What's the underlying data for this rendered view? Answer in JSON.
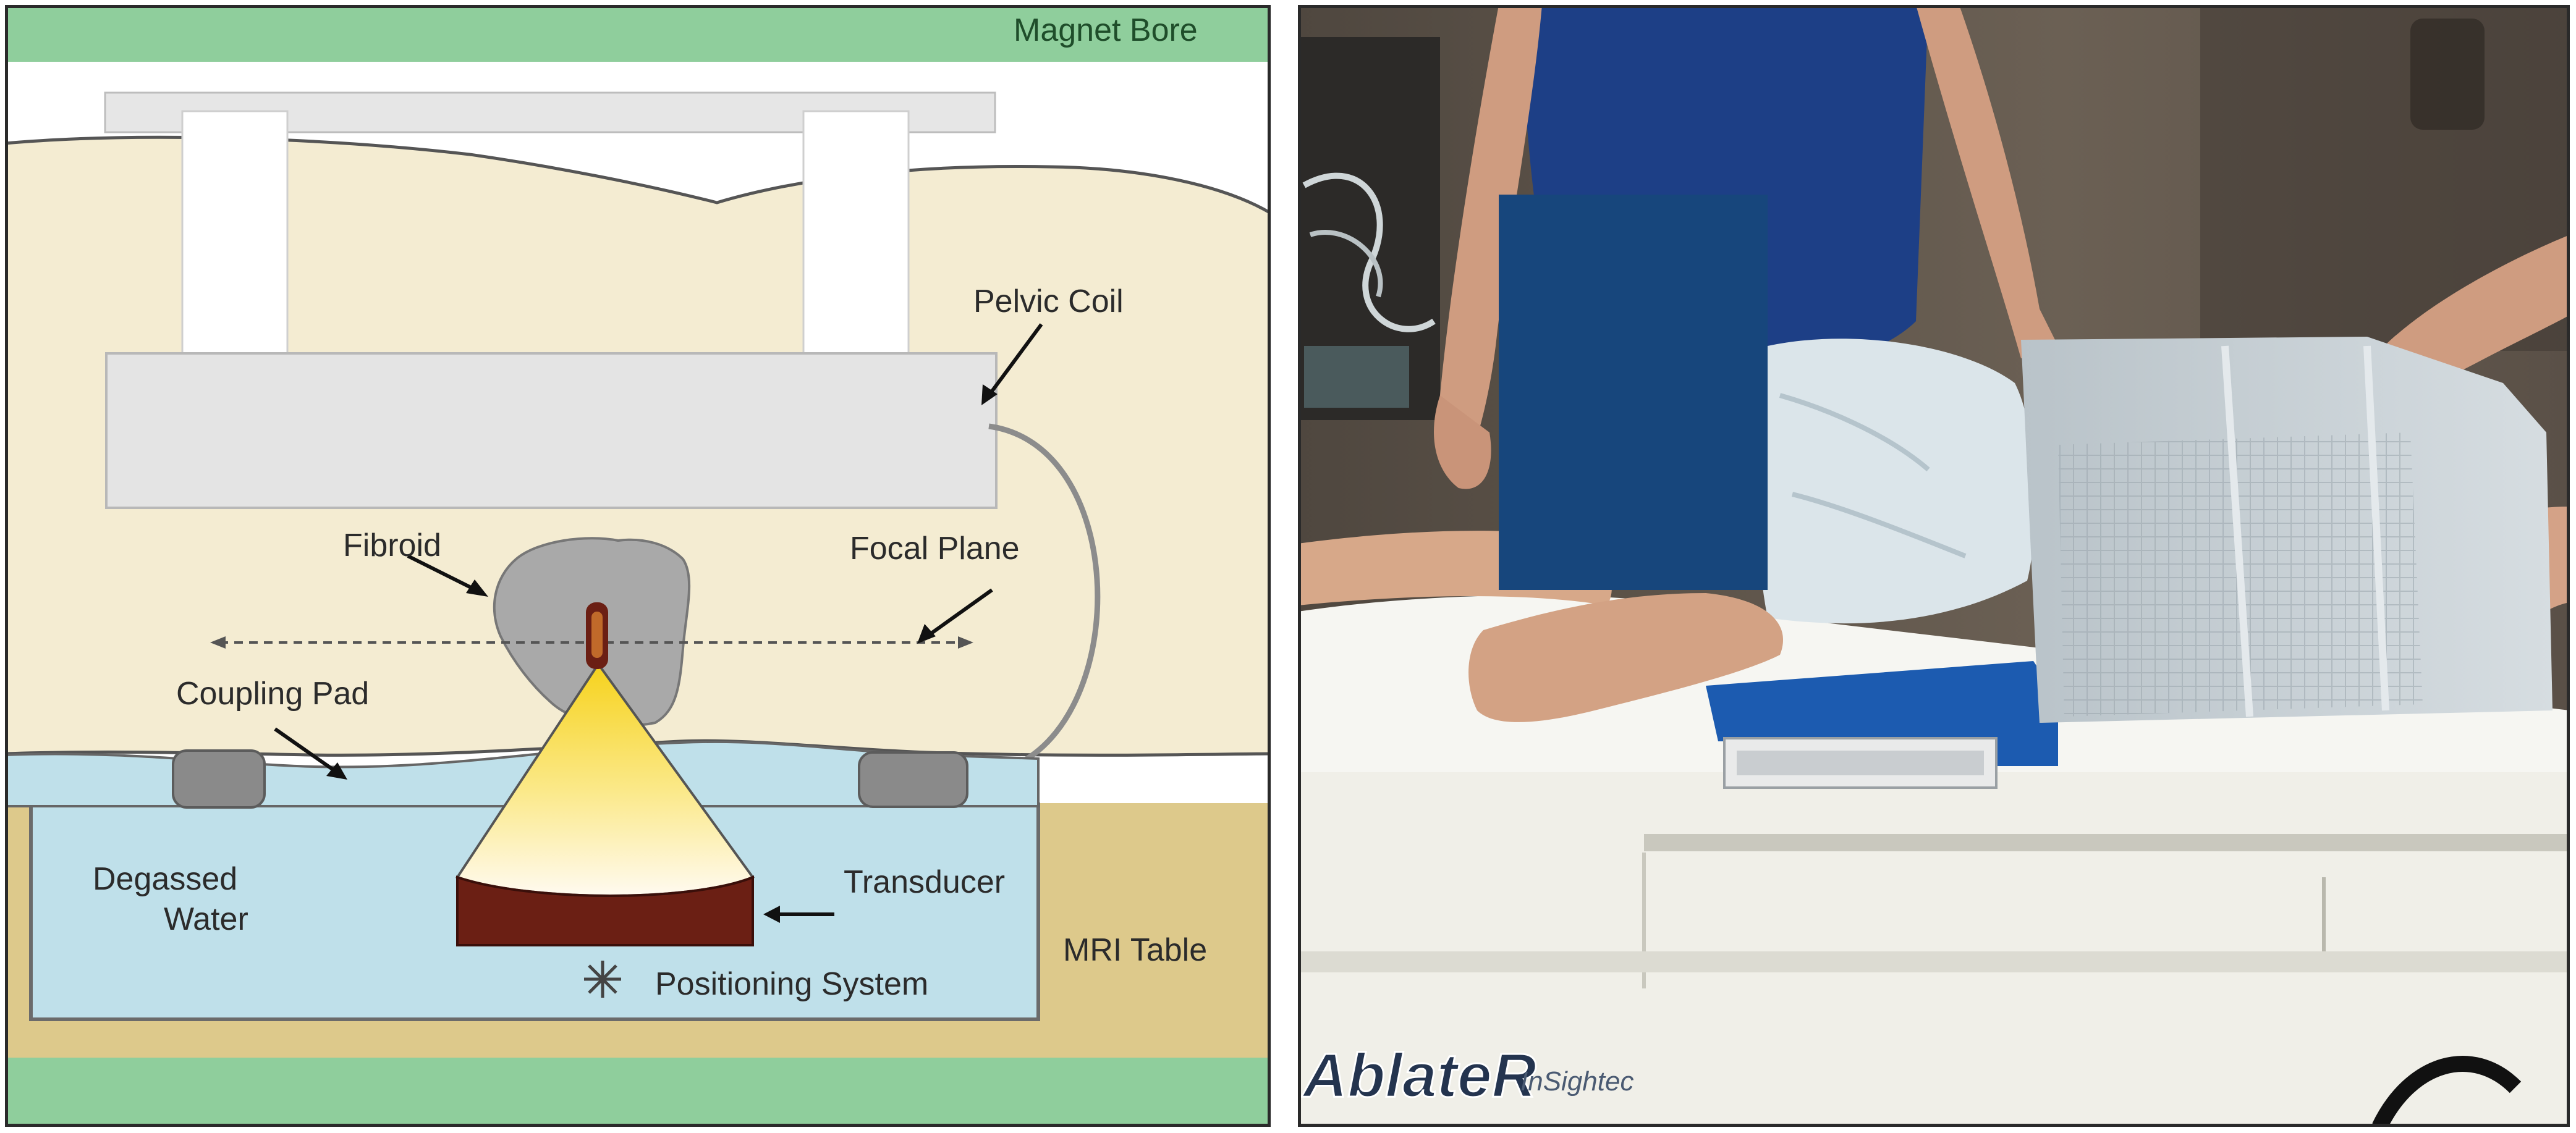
{
  "diagram": {
    "labels": {
      "magnet_bore": "Magnet Bore",
      "pelvic_coil": "Pelvic Coil",
      "fibroid": "Fibroid",
      "focal_plane": "Focal Plane",
      "coupling_pad": "Coupling Pad",
      "degassed_water_line1": "Degassed",
      "degassed_water_line2": "Water",
      "transducer": "Transducer",
      "mri_table": "MRI Table",
      "positioning_system": "Positioning System"
    },
    "colors": {
      "frame": "#2a2a2a",
      "magnet_bore": "#8fce9c",
      "body": "#f4ecd2",
      "coil": "#e4e4e4",
      "fibroid": "#a9a9a9",
      "water": "#bfe0ea",
      "table": "#ddc98b",
      "pad": "#8a8a8a",
      "transducer": "#6b1f14",
      "beam_hot": "#f6d21c",
      "beam_cool": "#fff7df",
      "label_text": "#2b2b2b",
      "magnet_text": "#1f4d2a"
    }
  },
  "photo": {
    "logo_text": "AblateR",
    "logo_subtext": "InSightec",
    "colors": {
      "background": "#5a5248",
      "face_box": "#17467c",
      "scrubs": "#1d3f86",
      "skin": "#d7a889",
      "gown": "#dbe5ea",
      "drape": "#c5cdd2",
      "table_white": "#f0efe8",
      "blue_pad": "#1c5bb0"
    }
  }
}
